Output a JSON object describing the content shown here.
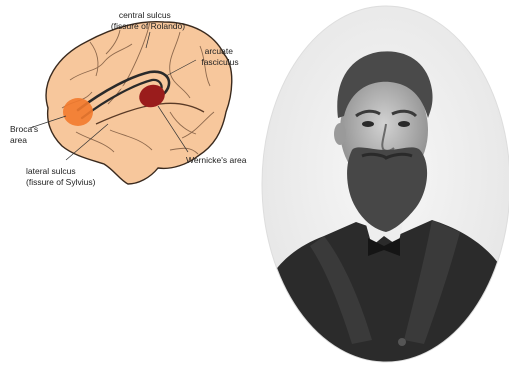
{
  "labels": {
    "central_sulcus": [
      "central sulcus",
      "(fissure of Rolando)"
    ],
    "arcuate_fasciculus": [
      "arcuate",
      "fasciculus"
    ],
    "brocas_area": [
      "Broca's",
      "area"
    ],
    "lateral_sulcus": [
      "lateral sulcus",
      "(fissure of Sylvius)"
    ],
    "wernickes_area": "Wernicke's area"
  },
  "colors": {
    "brain_fill": "#f7c79c",
    "brain_outline": "#3a2a1e",
    "broca": "#f27a2e",
    "wernicke": "#9a1c1c",
    "fasciculus": "#2a2a2a"
  },
  "portrait": {
    "icon": "portrait-photo",
    "description_colors": {
      "background": "#efefef",
      "coat": "#2b2b2b"
    }
  }
}
